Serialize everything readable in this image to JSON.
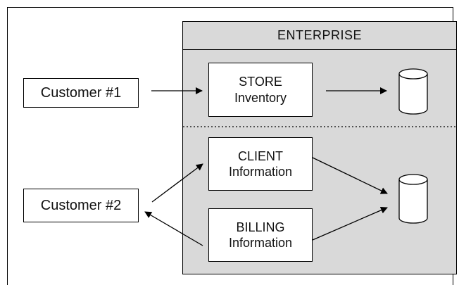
{
  "enterprise": {
    "title": "ENTERPRISE"
  },
  "customers": [
    {
      "label": "Customer #1"
    },
    {
      "label": "Customer #2"
    }
  ],
  "components": {
    "store": {
      "line1": "STORE",
      "line2": "Inventory"
    },
    "client": {
      "line1": "CLIENT",
      "line2": "Information"
    },
    "billing": {
      "line1": "BILLING",
      "line2": "Information"
    }
  },
  "icons": {
    "database_top": "database-icon",
    "database_bottom": "database-icon"
  },
  "colors": {
    "enterprise_fill": "#d9d9d9",
    "box_fill": "#ffffff",
    "stroke": "#000000"
  }
}
